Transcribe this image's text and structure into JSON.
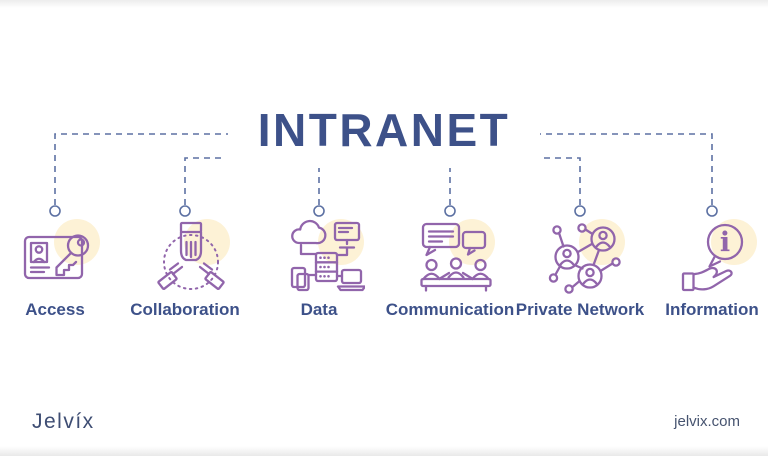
{
  "title": {
    "text": "INTRANET"
  },
  "items": [
    {
      "label": "Access",
      "icon": "id-card-key-icon"
    },
    {
      "label": "Collaboration",
      "icon": "joined-hands-icon"
    },
    {
      "label": "Data",
      "icon": "cloud-devices-network-icon"
    },
    {
      "label": "Communication",
      "icon": "meeting-speech-bubbles-icon"
    },
    {
      "label": "Private Network",
      "icon": "connected-users-network-icon"
    },
    {
      "label": "Information",
      "icon": "hand-holding-info-icon"
    }
  ],
  "footer": {
    "brand": "Jelvíx",
    "website": "jelvix.com"
  },
  "colors": {
    "title_blue": "#3d5189",
    "label_blue": "#3d5189",
    "connector_blue": "#5d71a3",
    "icon_purple": "#9165ab",
    "highlight_cream": "#fdf2d6",
    "background": "#ffffff"
  }
}
